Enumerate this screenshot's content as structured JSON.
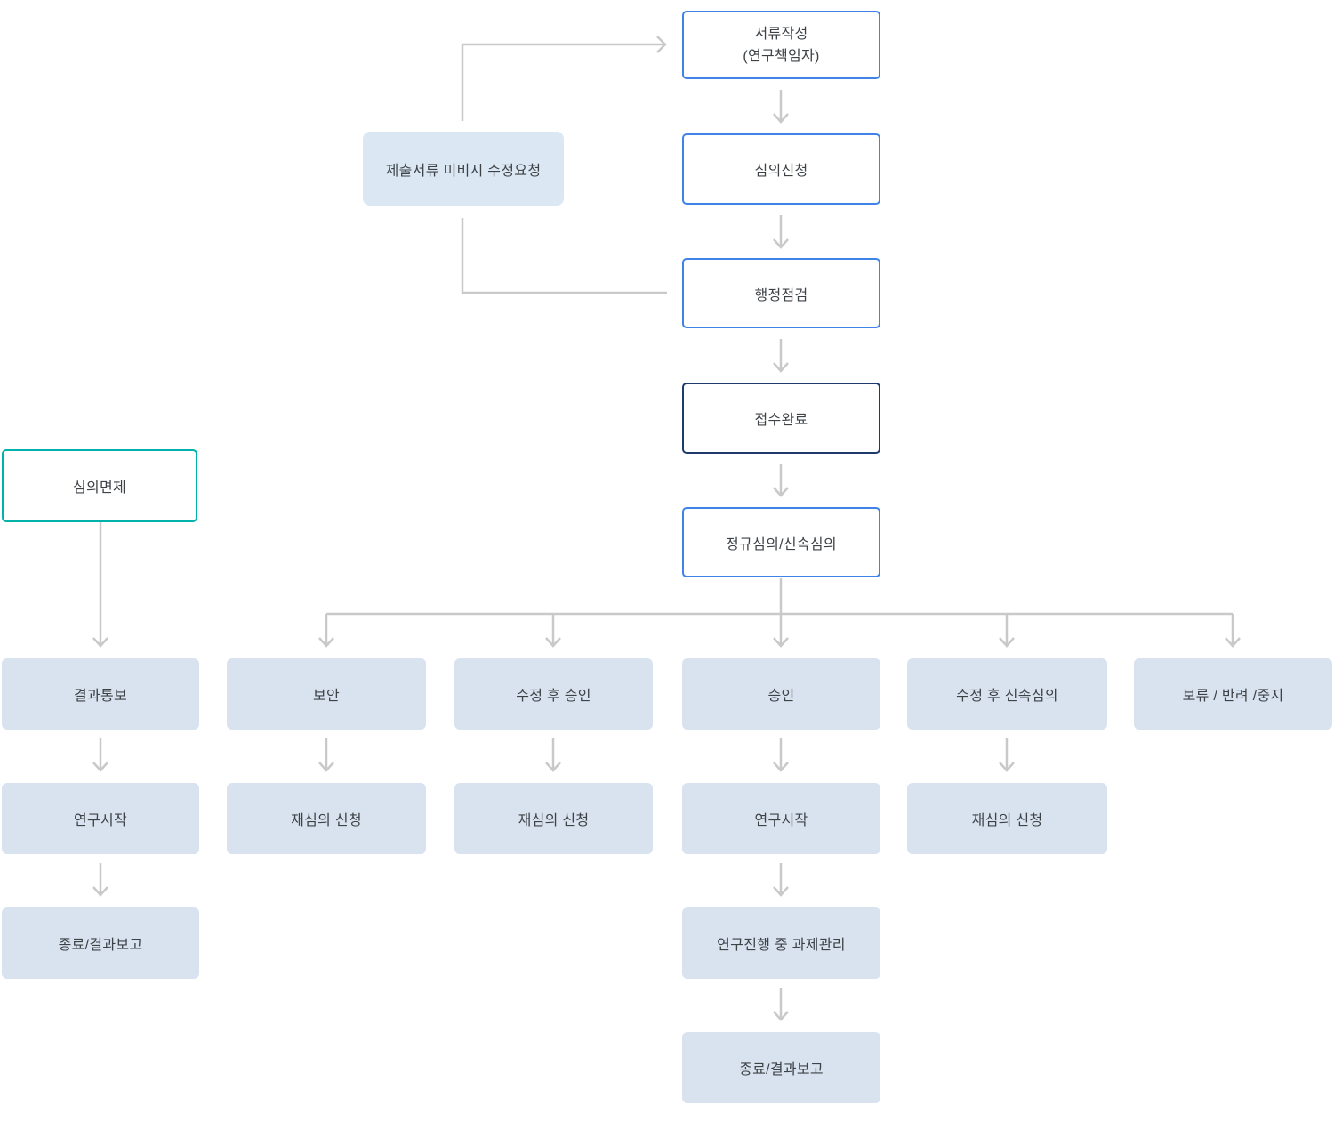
{
  "colors": {
    "primary_blue_border": "#3f83e8",
    "navy_border": "#1e3a6d",
    "teal_border": "#00b2a9",
    "light_fill": "#d9e3ef",
    "request_fill": "#dbe7f3",
    "connector_gray": "#c9c9c9",
    "text": "#3d4247"
  },
  "flowchart": {
    "nodes": {
      "doc_write": {
        "line1": "서류작성",
        "line2": "(연구책임자)"
      },
      "apply": {
        "label": "심의신청"
      },
      "admin_check": {
        "label": "행정점검"
      },
      "receipt": {
        "label": "접수완료"
      },
      "review": {
        "label": "정규심의/신속심의"
      },
      "fix_request": {
        "label": "제출서류 미비시 수정요청"
      },
      "exempt": {
        "label": "심의면제"
      },
      "result_notice": {
        "label": "결과통보"
      },
      "supplement": {
        "label": "보안"
      },
      "approval_after_revision": {
        "label": "수정 후 승인"
      },
      "approval": {
        "label": "승인"
      },
      "expedited_after_revision": {
        "label": "수정 후 신속심의"
      },
      "hold_reject_stop": {
        "label": "보류 / 반려 /중지"
      },
      "research_start_1": {
        "label": "연구시작"
      },
      "rereview_apply_1": {
        "label": "재심의 신청"
      },
      "rereview_apply_2": {
        "label": "재심의 신청"
      },
      "research_start_2": {
        "label": "연구시작"
      },
      "rereview_apply_3": {
        "label": "재심의 신청"
      },
      "end_report_1": {
        "label": "종료/결과보고"
      },
      "ongoing_manage": {
        "label": "연구진행 중 과제관리"
      },
      "end_report_2": {
        "label": "종료/결과보고"
      }
    },
    "edges": [
      {
        "from": "doc_write",
        "to": "apply"
      },
      {
        "from": "apply",
        "to": "admin_check"
      },
      {
        "from": "admin_check",
        "to": "receipt"
      },
      {
        "from": "receipt",
        "to": "review"
      },
      {
        "from": "admin_check",
        "to": "fix_request"
      },
      {
        "from": "fix_request",
        "to": "doc_write"
      },
      {
        "from": "review",
        "to": "supplement"
      },
      {
        "from": "review",
        "to": "approval_after_revision"
      },
      {
        "from": "review",
        "to": "approval"
      },
      {
        "from": "review",
        "to": "expedited_after_revision"
      },
      {
        "from": "review",
        "to": "hold_reject_stop"
      },
      {
        "from": "exempt",
        "to": "result_notice"
      },
      {
        "from": "result_notice",
        "to": "research_start_1"
      },
      {
        "from": "research_start_1",
        "to": "end_report_1"
      },
      {
        "from": "supplement",
        "to": "rereview_apply_1"
      },
      {
        "from": "approval_after_revision",
        "to": "rereview_apply_2"
      },
      {
        "from": "approval",
        "to": "research_start_2"
      },
      {
        "from": "research_start_2",
        "to": "ongoing_manage"
      },
      {
        "from": "ongoing_manage",
        "to": "end_report_2"
      },
      {
        "from": "expedited_after_revision",
        "to": "rereview_apply_3"
      }
    ]
  }
}
